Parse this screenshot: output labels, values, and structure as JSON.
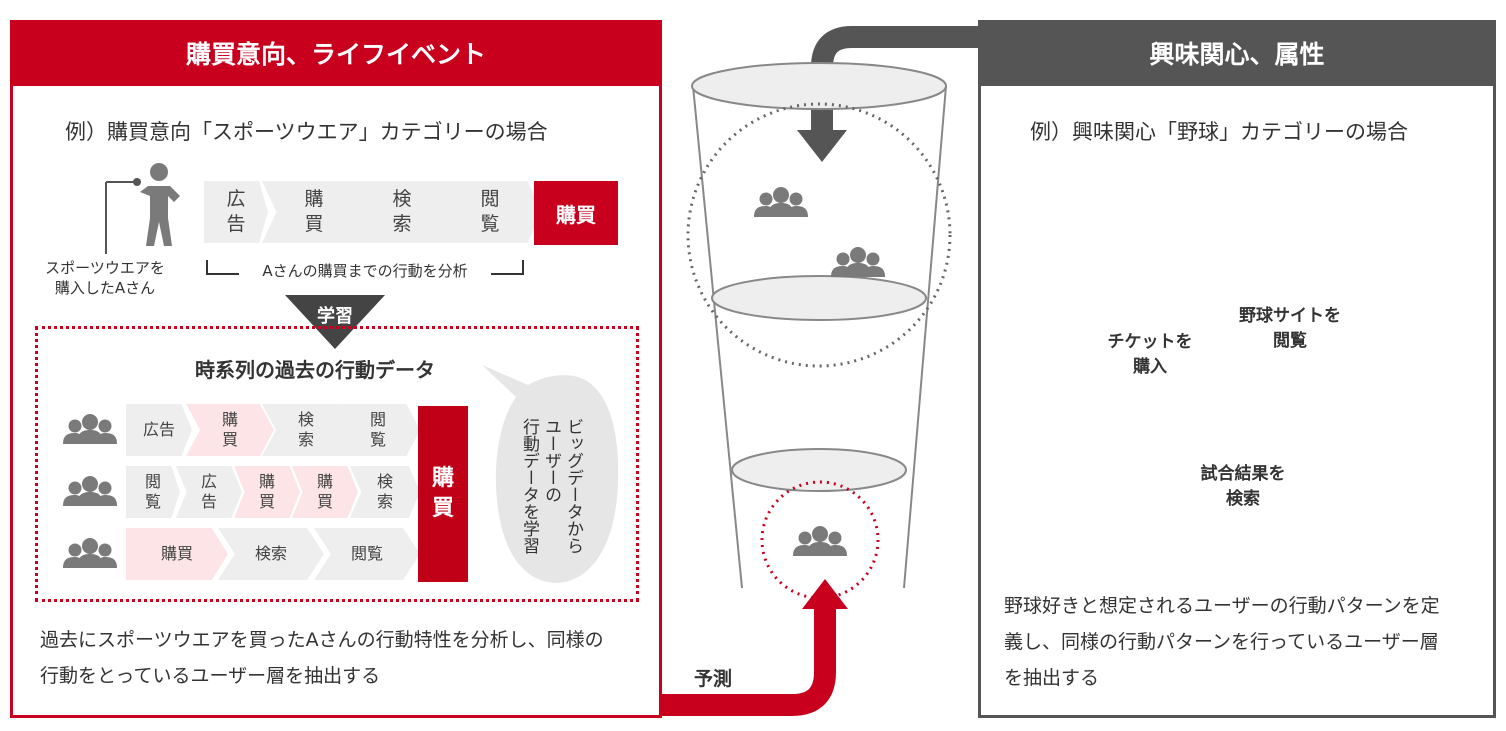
{
  "left_panel": {
    "header": "購買意向、ライフイベント",
    "example": "例）購買意向「スポーツウエア」カテゴリーの場合",
    "person_caption_line1": "スポーツウエアを",
    "person_caption_line2": "購入したAさん",
    "steps": [
      "広告",
      "購買",
      "検索",
      "閲覧"
    ],
    "buy_label": "購買",
    "analysis_caption": "Aさんの購買までの行動を分析",
    "learn_label": "学習",
    "timeseries_title": "時系列の過去の行動データ",
    "rows": [
      [
        "広告",
        "購買",
        "検索",
        "閲覧"
      ],
      [
        "閲覧",
        "広告",
        "購買",
        "購買",
        "検索"
      ],
      [
        "購買",
        "検索",
        "閲覧"
      ]
    ],
    "big_buy_label": "購買",
    "bubble_text_col1": "ビッグデータから",
    "bubble_text_col2": "ユーザーの",
    "bubble_text_col3": "行動データを学習",
    "description_line1": "過去にスポーツウエアを買ったAさんの行動特性を分析し、同様の",
    "description_line2": "行動をとっているユーザー層を抽出する"
  },
  "center": {
    "predict_label": "予測"
  },
  "right_panel": {
    "header": "興味関心、属性",
    "example": "例）興味関心「野球」カテゴリーの場合",
    "labels": {
      "ticket_line1": "チケットを",
      "ticket_line2": "購入",
      "site_line1": "野球サイトを",
      "site_line2": "閲覧",
      "result_line1": "試合結果を",
      "result_line2": "検索"
    },
    "description_line1": "野球好きと想定されるユーザーの行動パターンを定",
    "description_line2": "義し、同様の行動パターンを行っているユーザー層",
    "description_line3": "を抽出する"
  },
  "colors": {
    "accent_red": "#c8001e",
    "dark_grey": "#555555",
    "icon_grey": "#7a7a7a",
    "light_grey": "#eeeeee",
    "light_pink": "#fde4e6"
  }
}
